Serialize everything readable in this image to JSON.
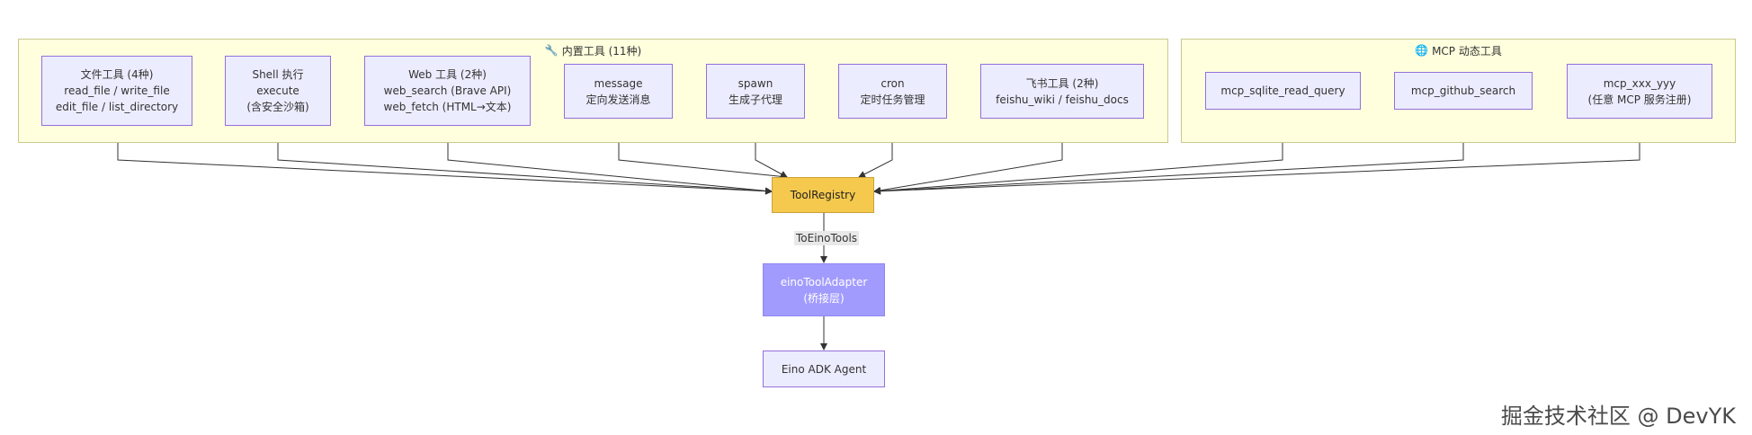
{
  "groups": {
    "builtin": {
      "icon": "🔧",
      "title": "内置工具 (11种)"
    },
    "mcp": {
      "icon": "🌐",
      "title": "MCP 动态工具"
    }
  },
  "nodes": {
    "file_tools": {
      "lines": [
        "文件工具 (4种)",
        "read_file / write_file",
        "edit_file / list_directory"
      ]
    },
    "shell": {
      "lines": [
        "Shell 执行",
        "execute",
        "(含安全沙箱)"
      ]
    },
    "web": {
      "lines": [
        "Web 工具 (2种)",
        "web_search (Brave API)",
        "web_fetch (HTML→文本)"
      ]
    },
    "message": {
      "lines": [
        "message",
        "定向发送消息"
      ]
    },
    "spawn": {
      "lines": [
        "spawn",
        "生成子代理"
      ]
    },
    "cron": {
      "lines": [
        "cron",
        "定时任务管理"
      ]
    },
    "feishu": {
      "lines": [
        "飞书工具 (2种)",
        "feishu_wiki / feishu_docs"
      ]
    },
    "mcp_sqlite": {
      "lines": [
        "mcp_sqlite_read_query"
      ]
    },
    "mcp_github": {
      "lines": [
        "mcp_github_search"
      ]
    },
    "mcp_xxx": {
      "lines": [
        "mcp_xxx_yyy",
        "(任意 MCP 服务注册)"
      ]
    },
    "registry": {
      "lines": [
        "ToolRegistry"
      ]
    },
    "adapter": {
      "lines": [
        "einoToolAdapter",
        "(桥接层)"
      ]
    },
    "agent": {
      "lines": [
        "Eino ADK Agent"
      ]
    }
  },
  "edge_labels": {
    "to_eino_tools": "ToEinoTools"
  },
  "watermark": "掘金技术社区 @ DevYK",
  "colors": {
    "group_fill": "#ffffde",
    "node_fill": "#ececff",
    "node_border": "#9370db",
    "registry_fill": "#f5c94d",
    "adapter_fill": "#a29bfe",
    "edge": "#333333"
  }
}
